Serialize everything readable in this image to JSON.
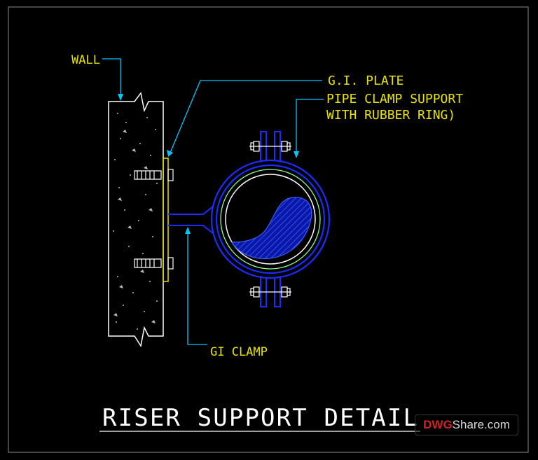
{
  "title": "RISER SUPPORT DETAIL",
  "labels": {
    "wall": "WALL",
    "gi_plate": "G.I. PLATE",
    "pipe_clamp_line1": "PIPE CLAMP SUPPORT",
    "pipe_clamp_line2": "WITH RUBBER RING)",
    "gi_clamp": "GI CLAMP"
  },
  "watermark": {
    "brand_red": "DWG",
    "brand_rest": "Share.com"
  },
  "colors": {
    "background": "#000000",
    "text": "#e8e200",
    "leader": "#00c8ff",
    "clamp": "#1a2cff",
    "rubber_ring": "#8cff8c",
    "pipe": "#ffffff",
    "wall": "#ffffff",
    "plate": "#e8e200"
  }
}
